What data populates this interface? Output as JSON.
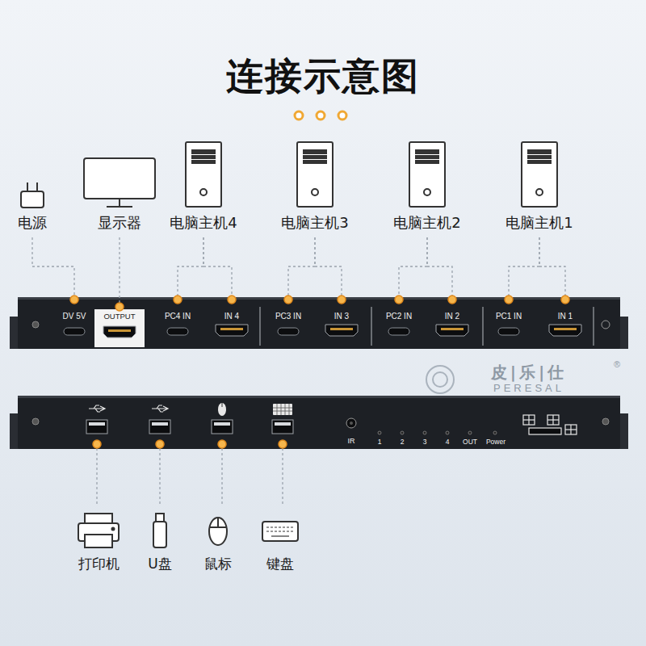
{
  "diagram": {
    "title": "连接示意图",
    "nodes": [
      {
        "text": [
          "电源"
        ]
      },
      {
        "text": [
          "显示器"
        ]
      },
      {
        "text": [
          "电脑主机4"
        ]
      },
      {
        "text": [
          "电脑主机3"
        ]
      },
      {
        "text": [
          "电脑主机2"
        ]
      },
      {
        "text": [
          "电脑主机1"
        ]
      },
      {
        "text": [
          "DV 5V"
        ]
      },
      {
        "text": [
          "OUTPUT"
        ]
      },
      {
        "text": [
          "PC4 IN"
        ]
      },
      {
        "text": [
          "IN 4"
        ]
      },
      {
        "text": [
          "PC3 IN"
        ]
      },
      {
        "text": [
          "IN 3"
        ]
      },
      {
        "text": [
          "PC2 IN"
        ]
      },
      {
        "text": [
          "IN 2"
        ]
      },
      {
        "text": [
          "PC1 IN"
        ]
      },
      {
        "text": [
          "IN 1"
        ]
      }
    ],
    "edges": [
      {
        "from": 0,
        "to": 6,
        "arrow": "none"
      },
      {
        "from": 1,
        "to": 7,
        "arrow": "none"
      },
      {
        "from": 2,
        "to": 8,
        "arrow": "none"
      },
      {
        "from": 2,
        "to": 9,
        "arrow": "none"
      },
      {
        "from": 3,
        "to": 10,
        "arrow": "none"
      },
      {
        "from": 3,
        "to": 11,
        "arrow": "none"
      },
      {
        "from": 4,
        "to": 12,
        "arrow": "none"
      },
      {
        "from": 4,
        "to": 13,
        "arrow": "none"
      },
      {
        "from": 5,
        "to": 14,
        "arrow": "none"
      },
      {
        "from": 5,
        "to": 15,
        "arrow": "none"
      }
    ],
    "labels": [
      "IR",
      "1",
      "2",
      "3",
      "4",
      "OUT",
      "Power",
      "打印机",
      "U盘",
      "鼠标",
      "键盘",
      "皮|乐|仕",
      "PERESAL",
      "®"
    ]
  }
}
